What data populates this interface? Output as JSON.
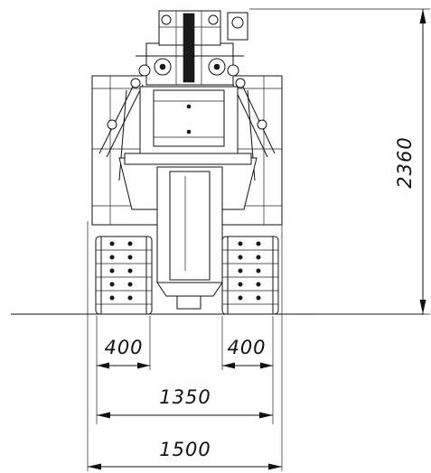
{
  "dimensions": {
    "height": "2360",
    "track_left": "400",
    "track_right": "400",
    "track_center": "1350",
    "overall_width": "1500"
  }
}
